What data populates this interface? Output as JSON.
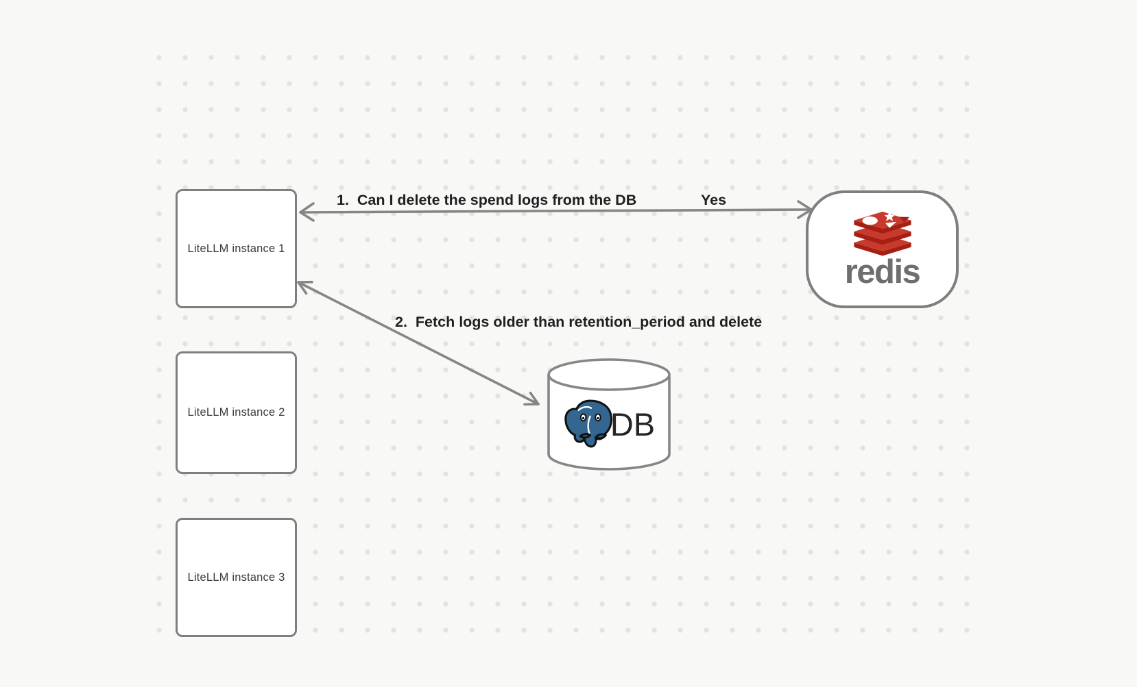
{
  "canvas": {
    "background_color": "#f8f8f7",
    "dot_color": "#e5e3e1",
    "stroke_color": "#7f7f7f"
  },
  "nodes": {
    "litellm_instances": [
      {
        "label": "LiteLLM instance 1"
      },
      {
        "label": "LiteLLM instance 2"
      },
      {
        "label": "LiteLLM instance 3"
      }
    ],
    "redis": {
      "wordmark": "redis",
      "icon": "redis-logo-icon",
      "logo_red_light": "#c9392e",
      "logo_red_dark": "#a32012",
      "wordmark_color": "#6e6e6e"
    },
    "database": {
      "label": "DB",
      "icon": "postgresql-elephant-icon",
      "elephant_blue": "#336791"
    }
  },
  "edges": [
    {
      "label": "1.  Can I delete the spend logs from the DB",
      "response": "Yes",
      "from": "LiteLLM instance 1",
      "to": "redis",
      "style": "double-headed-arrow"
    },
    {
      "label": "2.  Fetch logs older than retention_period and delete",
      "from": "LiteLLM instance 1",
      "to": "DB",
      "style": "double-headed-arrow"
    }
  ]
}
